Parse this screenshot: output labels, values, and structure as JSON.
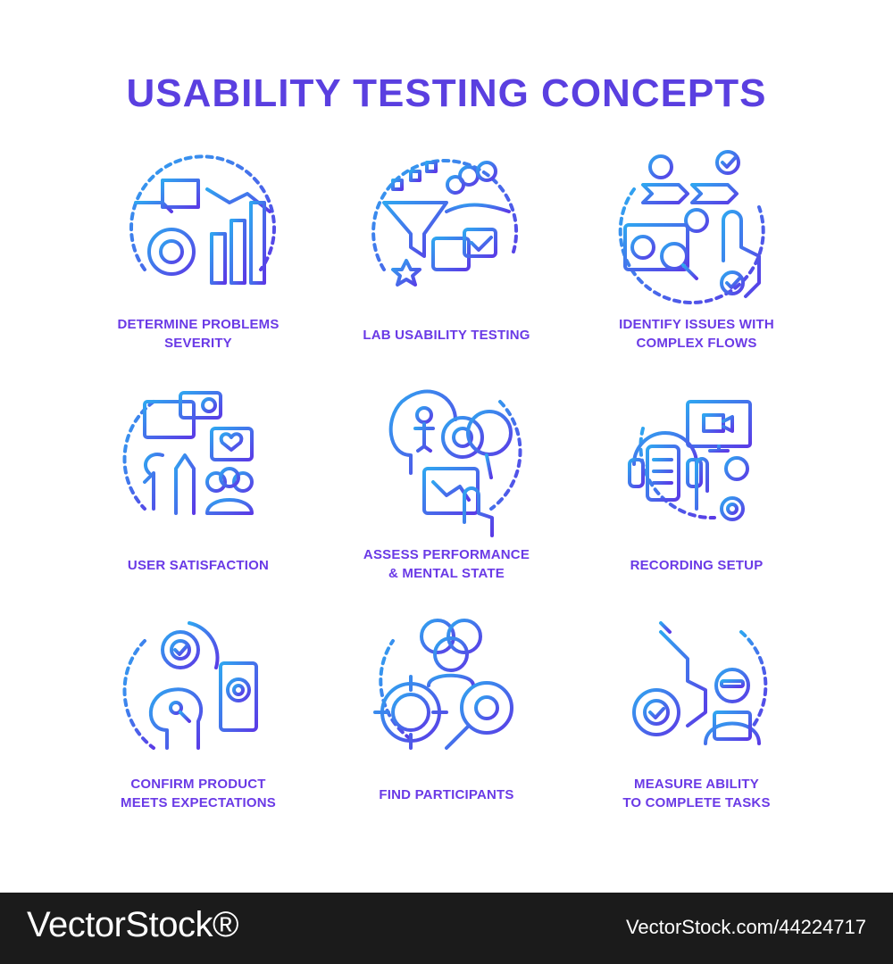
{
  "title": "USABILITY TESTING CONCEPTS",
  "colors": {
    "title": "#5a3fe0",
    "caption": "#6a3ae6",
    "gradient_start": "#2fa6f0",
    "gradient_end": "#5a3ae6",
    "footer_bg": "#1b1b1b"
  },
  "concepts": [
    {
      "icon": "severity-chart-gear-icon",
      "line1": "DETERMINE PROBLEMS",
      "line2": "SEVERITY"
    },
    {
      "icon": "lab-funnel-people-icon",
      "line1": "LAB USABILITY TESTING",
      "line2": ""
    },
    {
      "icon": "complex-flow-click-icon",
      "line1": "IDENTIFY ISSUES WITH",
      "line2": "COMPLEX FLOWS"
    },
    {
      "icon": "satisfaction-heart-icon",
      "line1": "USER SATISFACTION",
      "line2": ""
    },
    {
      "icon": "performance-mind-icon",
      "line1": "ASSESS PERFORMANCE",
      "line2": "& MENTAL STATE"
    },
    {
      "icon": "recording-headphones-icon",
      "line1": "RECORDING SETUP",
      "line2": ""
    },
    {
      "icon": "product-expectations-icon",
      "line1": "CONFIRM PRODUCT",
      "line2": "MEETS EXPECTATIONS"
    },
    {
      "icon": "find-participants-icon",
      "line1": "FIND PARTICIPANTS",
      "line2": ""
    },
    {
      "icon": "complete-tasks-icon",
      "line1": "MEASURE ABILITY",
      "line2": "TO COMPLETE TASKS"
    }
  ],
  "footer": {
    "brand": "VectorStock®",
    "credit": "VectorStock.com/44224717"
  }
}
